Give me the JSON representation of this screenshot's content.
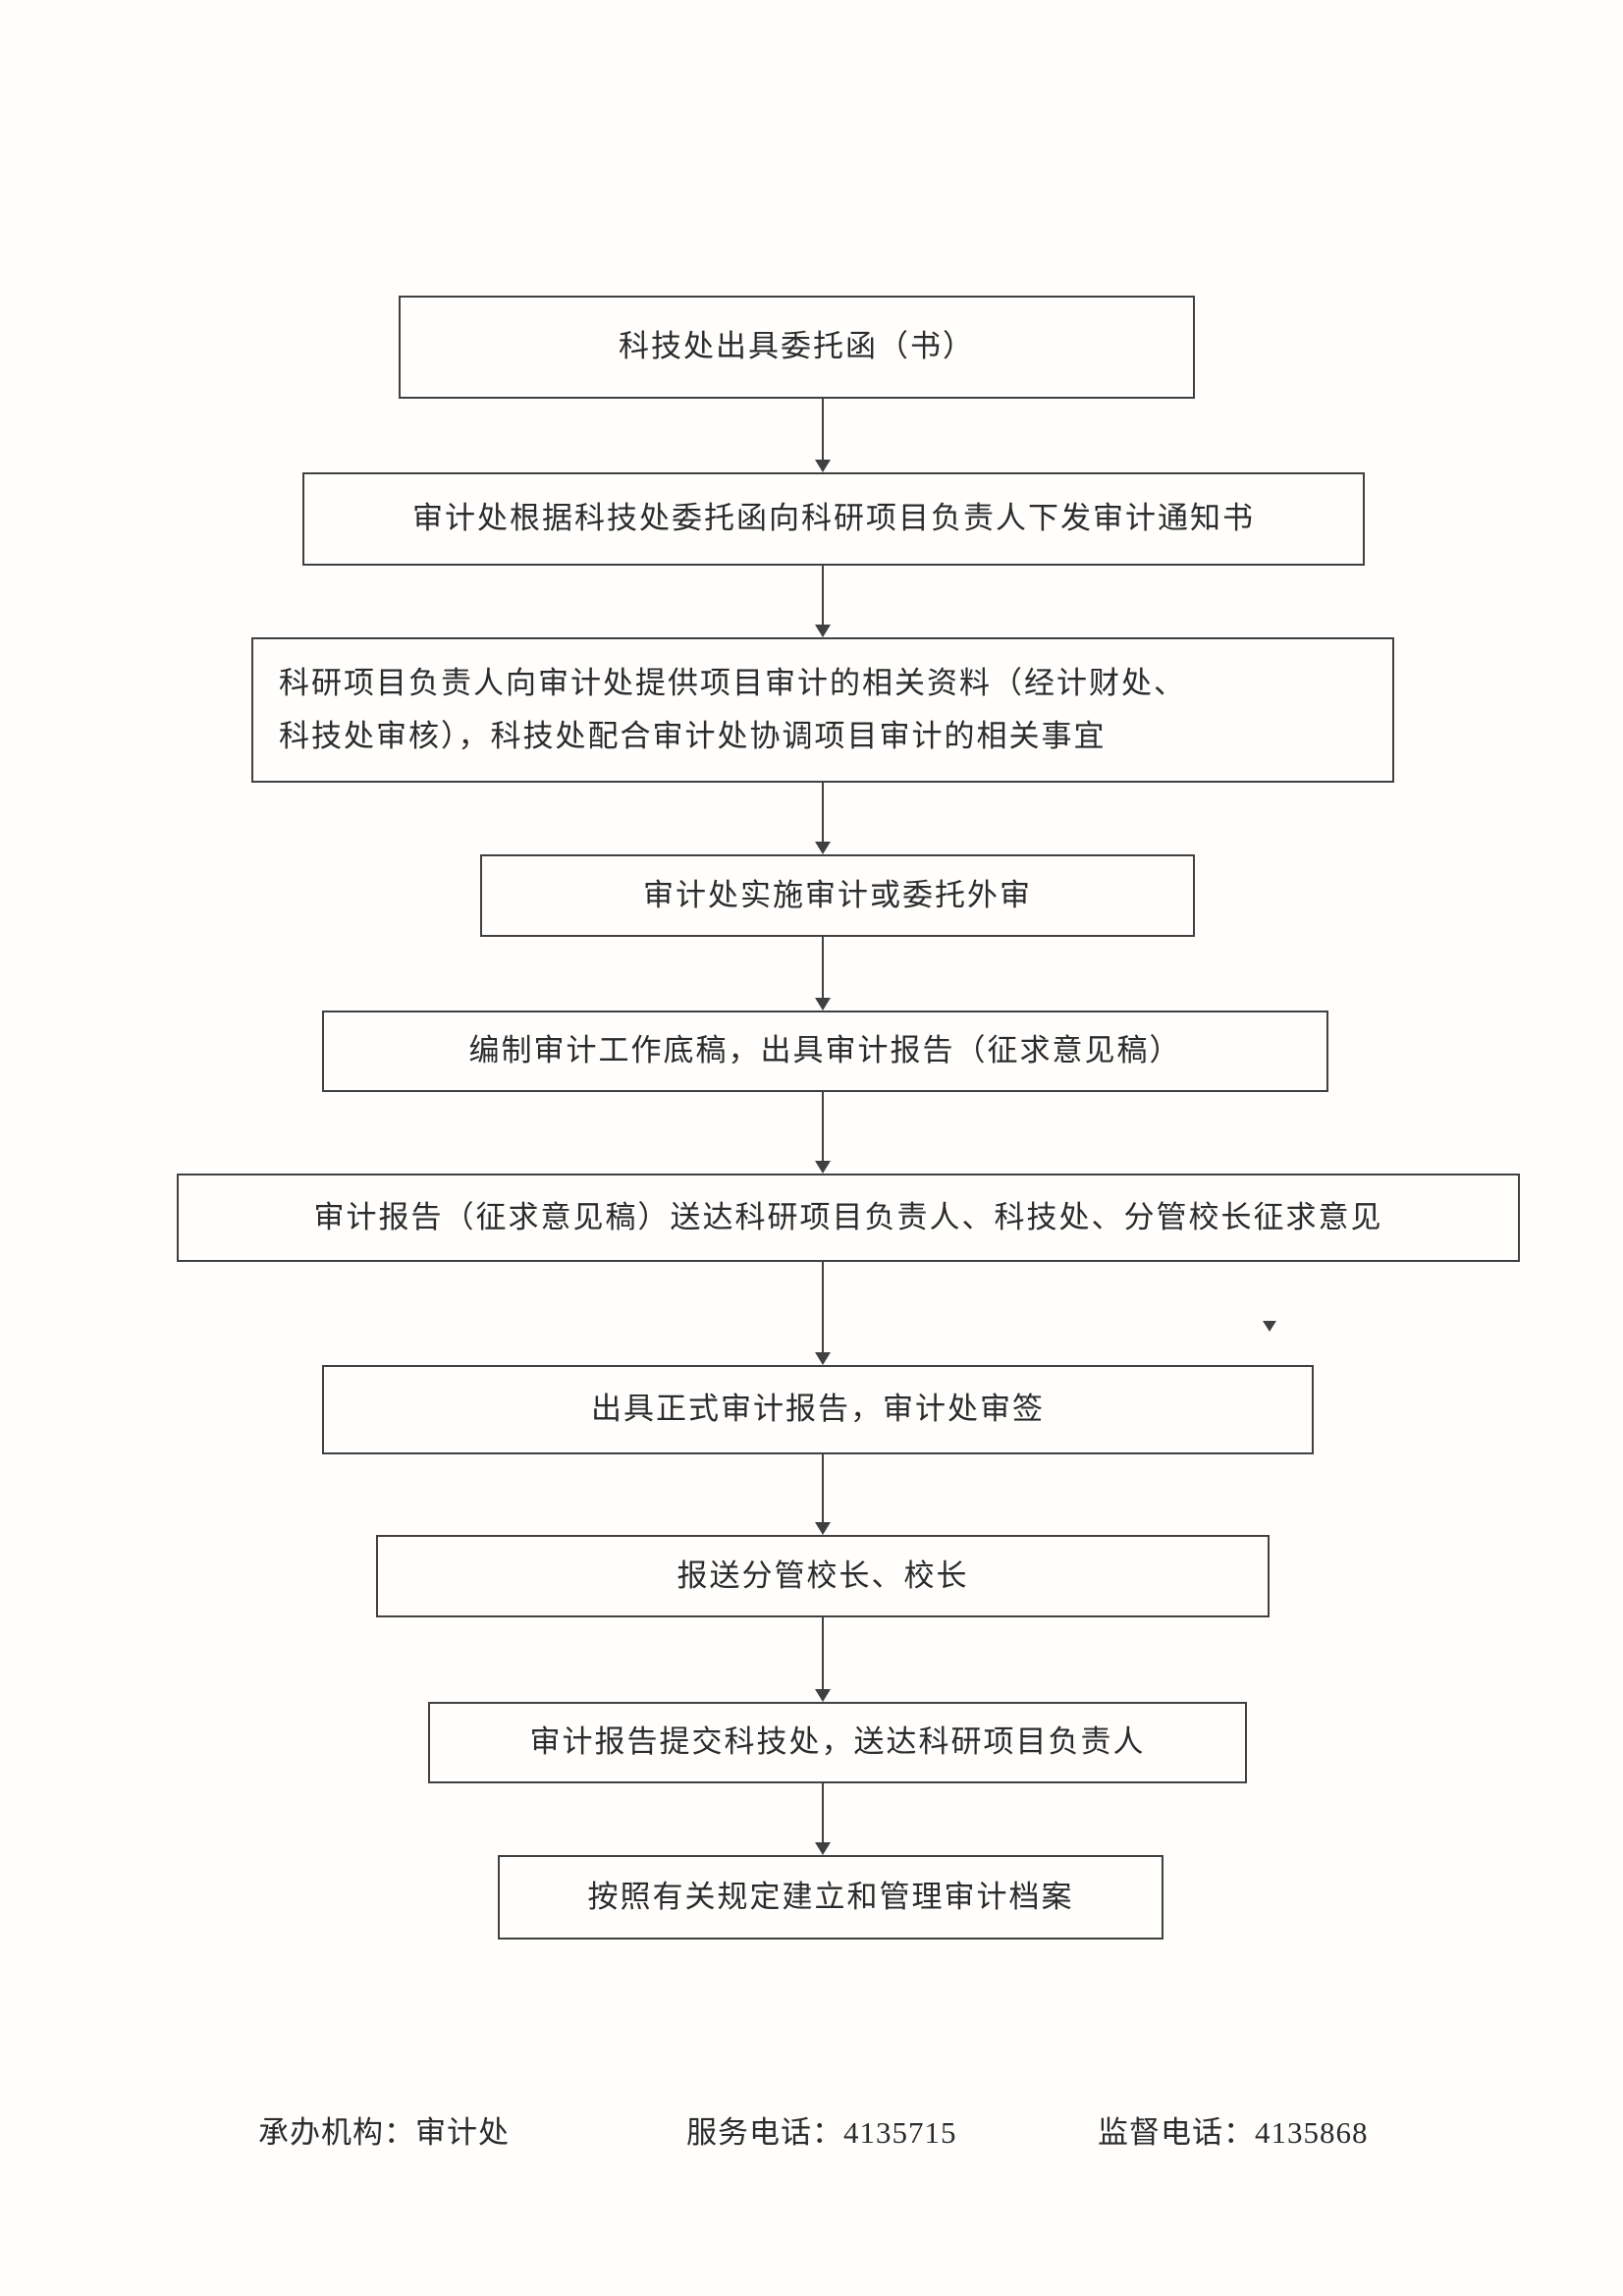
{
  "flowchart": {
    "steps": [
      {
        "id": 1,
        "label": "科技处出具委托函（书）"
      },
      {
        "id": 2,
        "label": "审计处根据科技处委托函向科研项目负责人下发审计通知书"
      },
      {
        "id": 3,
        "label": "科研项目负责人向审计处提供项目审计的相关资料（经计财处、\n科技处审核），科技处配合审计处协调项目审计的相关事宜"
      },
      {
        "id": 4,
        "label": "审计处实施审计或委托外审"
      },
      {
        "id": 5,
        "label": "编制审计工作底稿，出具审计报告（征求意见稿）"
      },
      {
        "id": 6,
        "label": "审计报告（征求意见稿）送达科研项目负责人、科技处、分管校长征求意见"
      },
      {
        "id": 7,
        "label": "出具正式审计报告，审计处审签"
      },
      {
        "id": 8,
        "label": "报送分管校长、校长"
      },
      {
        "id": 9,
        "label": "审计报告提交科技处，送达科研项目负责人"
      },
      {
        "id": 10,
        "label": "按照有关规定建立和管理审计档案"
      }
    ]
  },
  "footer": {
    "agency_label": "承办机构：审计处",
    "service_phone_label": "服务电话：4135715",
    "supervision_phone_label": "监督电话：4135868"
  },
  "colors": {
    "line": "#404040",
    "text": "#2b2b2b",
    "background": "#fffefd"
  }
}
